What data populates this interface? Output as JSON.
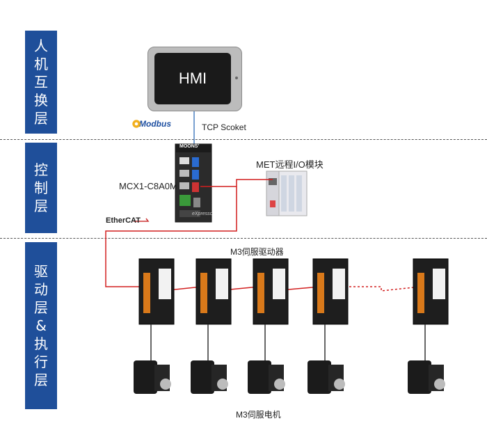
{
  "layers": [
    {
      "label": "人机互换层"
    },
    {
      "label": "控制层"
    },
    {
      "label": "驱动层&执行层"
    }
  ],
  "hmi": {
    "label": "HMI"
  },
  "protocol": {
    "modbus": "Modbus",
    "tcp": "TCP Scoket"
  },
  "controller": {
    "label": "MCX1-C8A0M",
    "brand": "MOONS'",
    "model_plate": "eXpresso"
  },
  "io_module": {
    "label": "MET远程I/O模块"
  },
  "ethercat": {
    "label": "EtherCAT"
  },
  "drives": {
    "label": "M3伺服驱动器",
    "count": 5
  },
  "motors": {
    "label": "M3伺服电机",
    "count": 5
  },
  "colors": {
    "band": "#1f4f9a",
    "link": "#d21f1f",
    "hmi_link": "#4a7fc1"
  }
}
